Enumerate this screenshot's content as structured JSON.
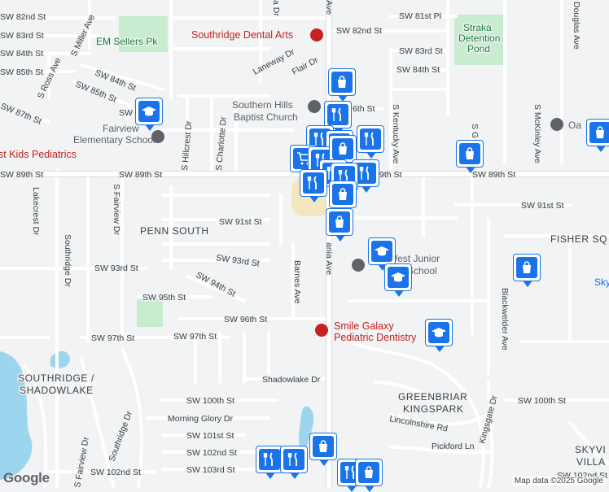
{
  "map": {
    "attribution": "Map data ©2025 Google",
    "logo": "Google",
    "areas": [
      {
        "name": "area-penn-south",
        "text": "PENN SOUTH"
      },
      {
        "name": "area-southridge",
        "text": "SOUTHRIDGE /"
      },
      {
        "name": "area-shadowlake",
        "text": "SHADOWLAKE"
      },
      {
        "name": "area-greenbriar",
        "text": "GREENBRIAR"
      },
      {
        "name": "area-kingspark",
        "text": "KINGSPARK"
      },
      {
        "name": "area-fisher-sq",
        "text": "FISHER SQ"
      },
      {
        "name": "area-skyvi",
        "text": "SKYVI"
      },
      {
        "name": "area-villa",
        "text": "VILLA"
      }
    ],
    "pois": [
      {
        "name": "poi-southridge-dental",
        "text": "Southridge Dental Arts"
      },
      {
        "name": "poi-em-sellers-pk",
        "text": "EM Sellers Pk"
      },
      {
        "name": "poi-southern-hills-1",
        "text": "Southern Hills"
      },
      {
        "name": "poi-southern-hills-2",
        "text": "Baptist Church"
      },
      {
        "name": "poi-fairview-1",
        "text": "Fairview"
      },
      {
        "name": "poi-fairview-2",
        "text": "Elementary School"
      },
      {
        "name": "poi-kids-pediatrics",
        "text": "st Kids Pediatrics"
      },
      {
        "name": "poi-straka-1",
        "text": "Straka"
      },
      {
        "name": "poi-straka-2",
        "text": "Detention"
      },
      {
        "name": "poi-straka-3",
        "text": "Pond"
      },
      {
        "name": "poi-smile-galaxy-1",
        "text": "Smile Galaxy"
      },
      {
        "name": "poi-smile-galaxy-2",
        "text": "Pediatric Dentistry"
      },
      {
        "name": "poi-west-junior-1",
        "text": "e West Junior"
      },
      {
        "name": "poi-west-junior-2",
        "text": "School"
      },
      {
        "name": "poi-oa",
        "text": "Oa"
      },
      {
        "name": "poi-sky",
        "text": "Sky"
      }
    ],
    "streets": [
      {
        "name": "street-sw-82nd-st-w",
        "text": "SW 82nd St"
      },
      {
        "name": "street-sw-83rd-st-w",
        "text": "SW 83rd St"
      },
      {
        "name": "street-sw-84th-st-w",
        "text": "SW 84th St"
      },
      {
        "name": "street-sw-85th-st-w",
        "text": "SW 85th St"
      },
      {
        "name": "street-sw-84th-st-diag",
        "text": "SW 84th St"
      },
      {
        "name": "street-sw-85th-st-diag",
        "text": "SW 85th St"
      },
      {
        "name": "street-sw-87th-st",
        "text": "SW 87th St"
      },
      {
        "name": "street-sw-89th-st-w",
        "text": "SW 89th St"
      },
      {
        "name": "street-sw-89th-st-c",
        "text": "SW 89th St"
      },
      {
        "name": "street-sw-89th-st-e",
        "text": "9th St"
      },
      {
        "name": "street-sw-89th-st-far",
        "text": "SW 89th St"
      },
      {
        "name": "street-sw-91st-st",
        "text": "SW 91st St"
      },
      {
        "name": "street-sw-91st-st-e",
        "text": "SW 91st St"
      },
      {
        "name": "street-sw-93rd-st",
        "text": "SW 93rd St"
      },
      {
        "name": "street-sw-93rd-st-b",
        "text": "SW 93rd St"
      },
      {
        "name": "street-sw-94th-st",
        "text": "SW 94th St"
      },
      {
        "name": "street-sw-95th-st",
        "text": "SW 95th St"
      },
      {
        "name": "street-sw-96th-st",
        "text": "SW 96th St"
      },
      {
        "name": "street-sw-97th-st-a",
        "text": "SW 97th St"
      },
      {
        "name": "street-sw-97th-st-b",
        "text": "SW 97th St"
      },
      {
        "name": "street-shadowlake-dr",
        "text": "Shadowlake Dr"
      },
      {
        "name": "street-sw-100th-st",
        "text": "SW 100th St"
      },
      {
        "name": "street-sw-100th-st-e",
        "text": "SW 100th St"
      },
      {
        "name": "street-morning-glory",
        "text": "Morning Glory Dr"
      },
      {
        "name": "street-sw-101st-st",
        "text": "SW 101st St"
      },
      {
        "name": "street-sw-102nd-st",
        "text": "SW 102nd St"
      },
      {
        "name": "street-sw-102nd-st-w",
        "text": "SW 102nd St"
      },
      {
        "name": "street-sw-102nd-st-e",
        "text": "SW 102nd St"
      },
      {
        "name": "street-sw-103rd-st",
        "text": "SW 103rd St"
      },
      {
        "name": "street-sw-82nd-st-e",
        "text": "SW 82nd St"
      },
      {
        "name": "street-sw-81st-pl",
        "text": "SW 81st Pl"
      },
      {
        "name": "street-sw-83rd-st-e",
        "text": "SW 83rd St"
      },
      {
        "name": "street-sw-84th-st-e",
        "text": "SW 84th St"
      },
      {
        "name": "street-sw-86th-st",
        "text": "6th St"
      },
      {
        "name": "street-laneway-dr",
        "text": "Laneway Dr"
      },
      {
        "name": "street-flair-dr",
        "text": "Flair Dr"
      },
      {
        "name": "street-barnes-ave",
        "text": "Barnes Ave"
      },
      {
        "name": "street-penn-ave",
        "text": "ania Ave"
      },
      {
        "name": "street-penn-ave-top",
        "text": "Ave"
      },
      {
        "name": "street-lincolnshire",
        "text": "Lincolnshire Rd"
      },
      {
        "name": "street-pickford",
        "text": "Pickford Ln"
      },
      {
        "name": "street-kingsgate",
        "text": "Kingsgate Dr"
      },
      {
        "name": "street-blackwelder",
        "text": "Blackwelder Ave"
      },
      {
        "name": "street-mckinley",
        "text": "S McKinley Ave"
      },
      {
        "name": "street-douglas",
        "text": "Douglas Ave"
      },
      {
        "name": "street-kentucky",
        "text": "S Kentucky Ave"
      },
      {
        "name": "street-s-g",
        "text": "S G"
      },
      {
        "name": "street-miller",
        "text": "S Miller Ave"
      },
      {
        "name": "street-ross",
        "text": "S Ross Ave"
      },
      {
        "name": "street-hillcrest",
        "text": "S Hillcrest Dr"
      },
      {
        "name": "street-charlotte",
        "text": "S Charlotte Dr"
      },
      {
        "name": "street-southridge-dr",
        "text": "Southridge Dr"
      },
      {
        "name": "street-southridge-dr-2",
        "text": "Southridge Dr"
      },
      {
        "name": "street-lakecrest",
        "text": "Lakecrest Dr"
      },
      {
        "name": "street-fairview",
        "text": "S Fairview Dr"
      },
      {
        "name": "street-fairview-2",
        "text": "S Fairview Dr"
      },
      {
        "name": "street-sw-a",
        "text": "a Dr"
      },
      {
        "name": "street-sw-86-w",
        "text": "SW"
      }
    ],
    "markers": [
      {
        "name": "marker-shopping",
        "icon": "shopping-bag-icon"
      },
      {
        "name": "marker-restaurant",
        "icon": "fork-knife-icon"
      },
      {
        "name": "marker-school",
        "icon": "graduation-cap-icon"
      },
      {
        "name": "marker-grocery",
        "icon": "shopping-cart-icon"
      }
    ],
    "colors": {
      "background": "#f1f3f4",
      "road": "#ffffff",
      "road_outline": "#dadce0",
      "arterial": "#e8eaed",
      "park": "#c9ebd0",
      "water": "#9cd6ee",
      "marker": "#1a73e8",
      "red_poi": "#c5221f",
      "grey_poi": "#5f6368",
      "green_poi": "#188038"
    }
  }
}
